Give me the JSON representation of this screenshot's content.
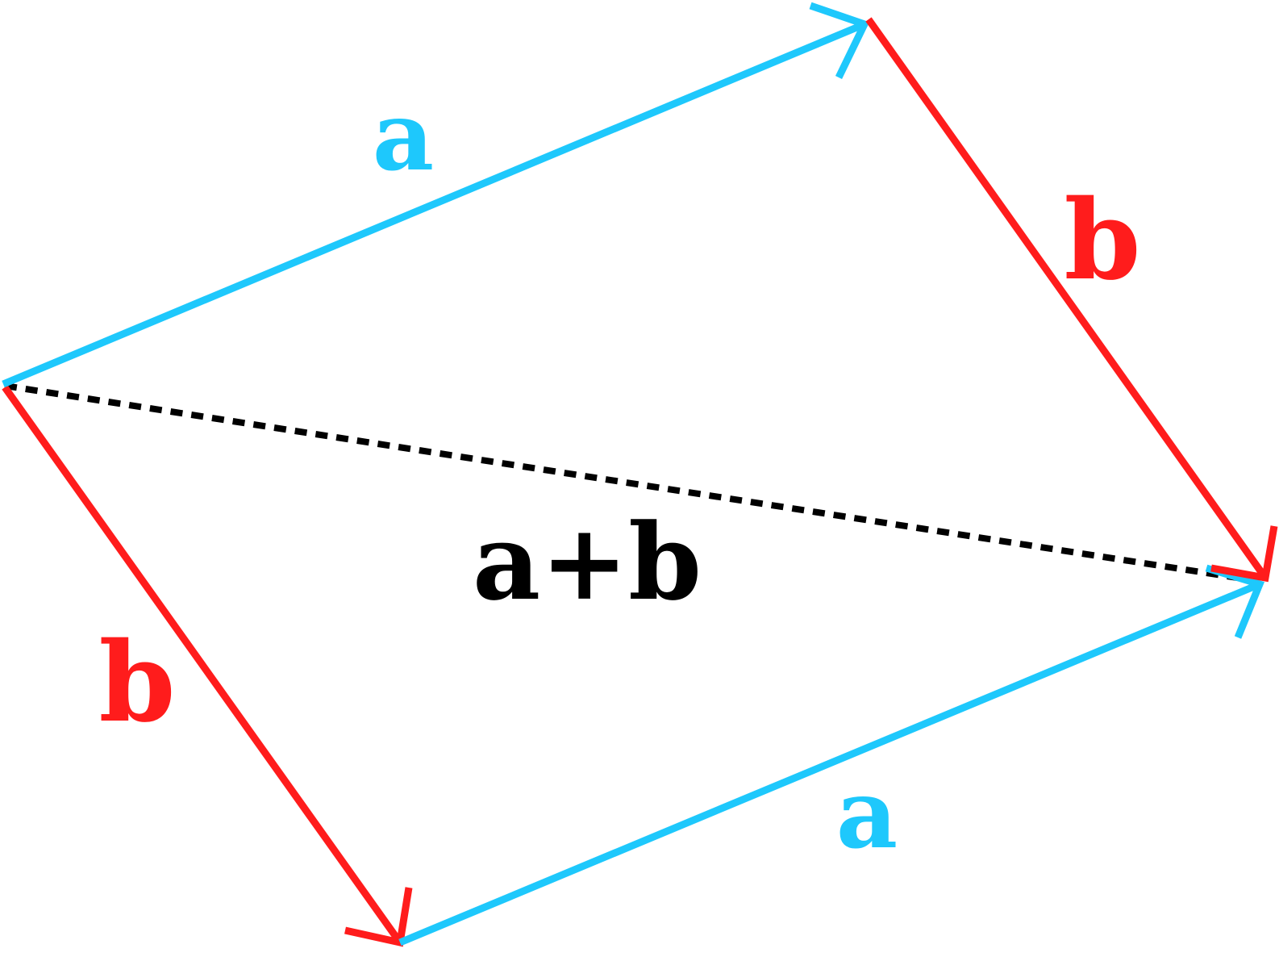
{
  "diagram": {
    "title": "",
    "colors": {
      "a": "#1ec8fc",
      "b": "#ff1c1c",
      "sum": "#000000",
      "background": "#ffffff"
    },
    "labels": {
      "a_top": "a",
      "b_right": "b",
      "b_left": "b",
      "a_bottom": "a",
      "sum": "a+b"
    },
    "vectors": [
      {
        "id": "a_top",
        "name": "a",
        "style": "solid",
        "color_key": "a"
      },
      {
        "id": "b_right",
        "name": "b",
        "style": "solid",
        "color_key": "b"
      },
      {
        "id": "b_left",
        "name": "b",
        "style": "solid",
        "color_key": "b"
      },
      {
        "id": "a_bottom",
        "name": "a",
        "style": "solid",
        "color_key": "a"
      },
      {
        "id": "sum",
        "name": "a+b",
        "style": "dotted",
        "color_key": "sum"
      }
    ]
  }
}
